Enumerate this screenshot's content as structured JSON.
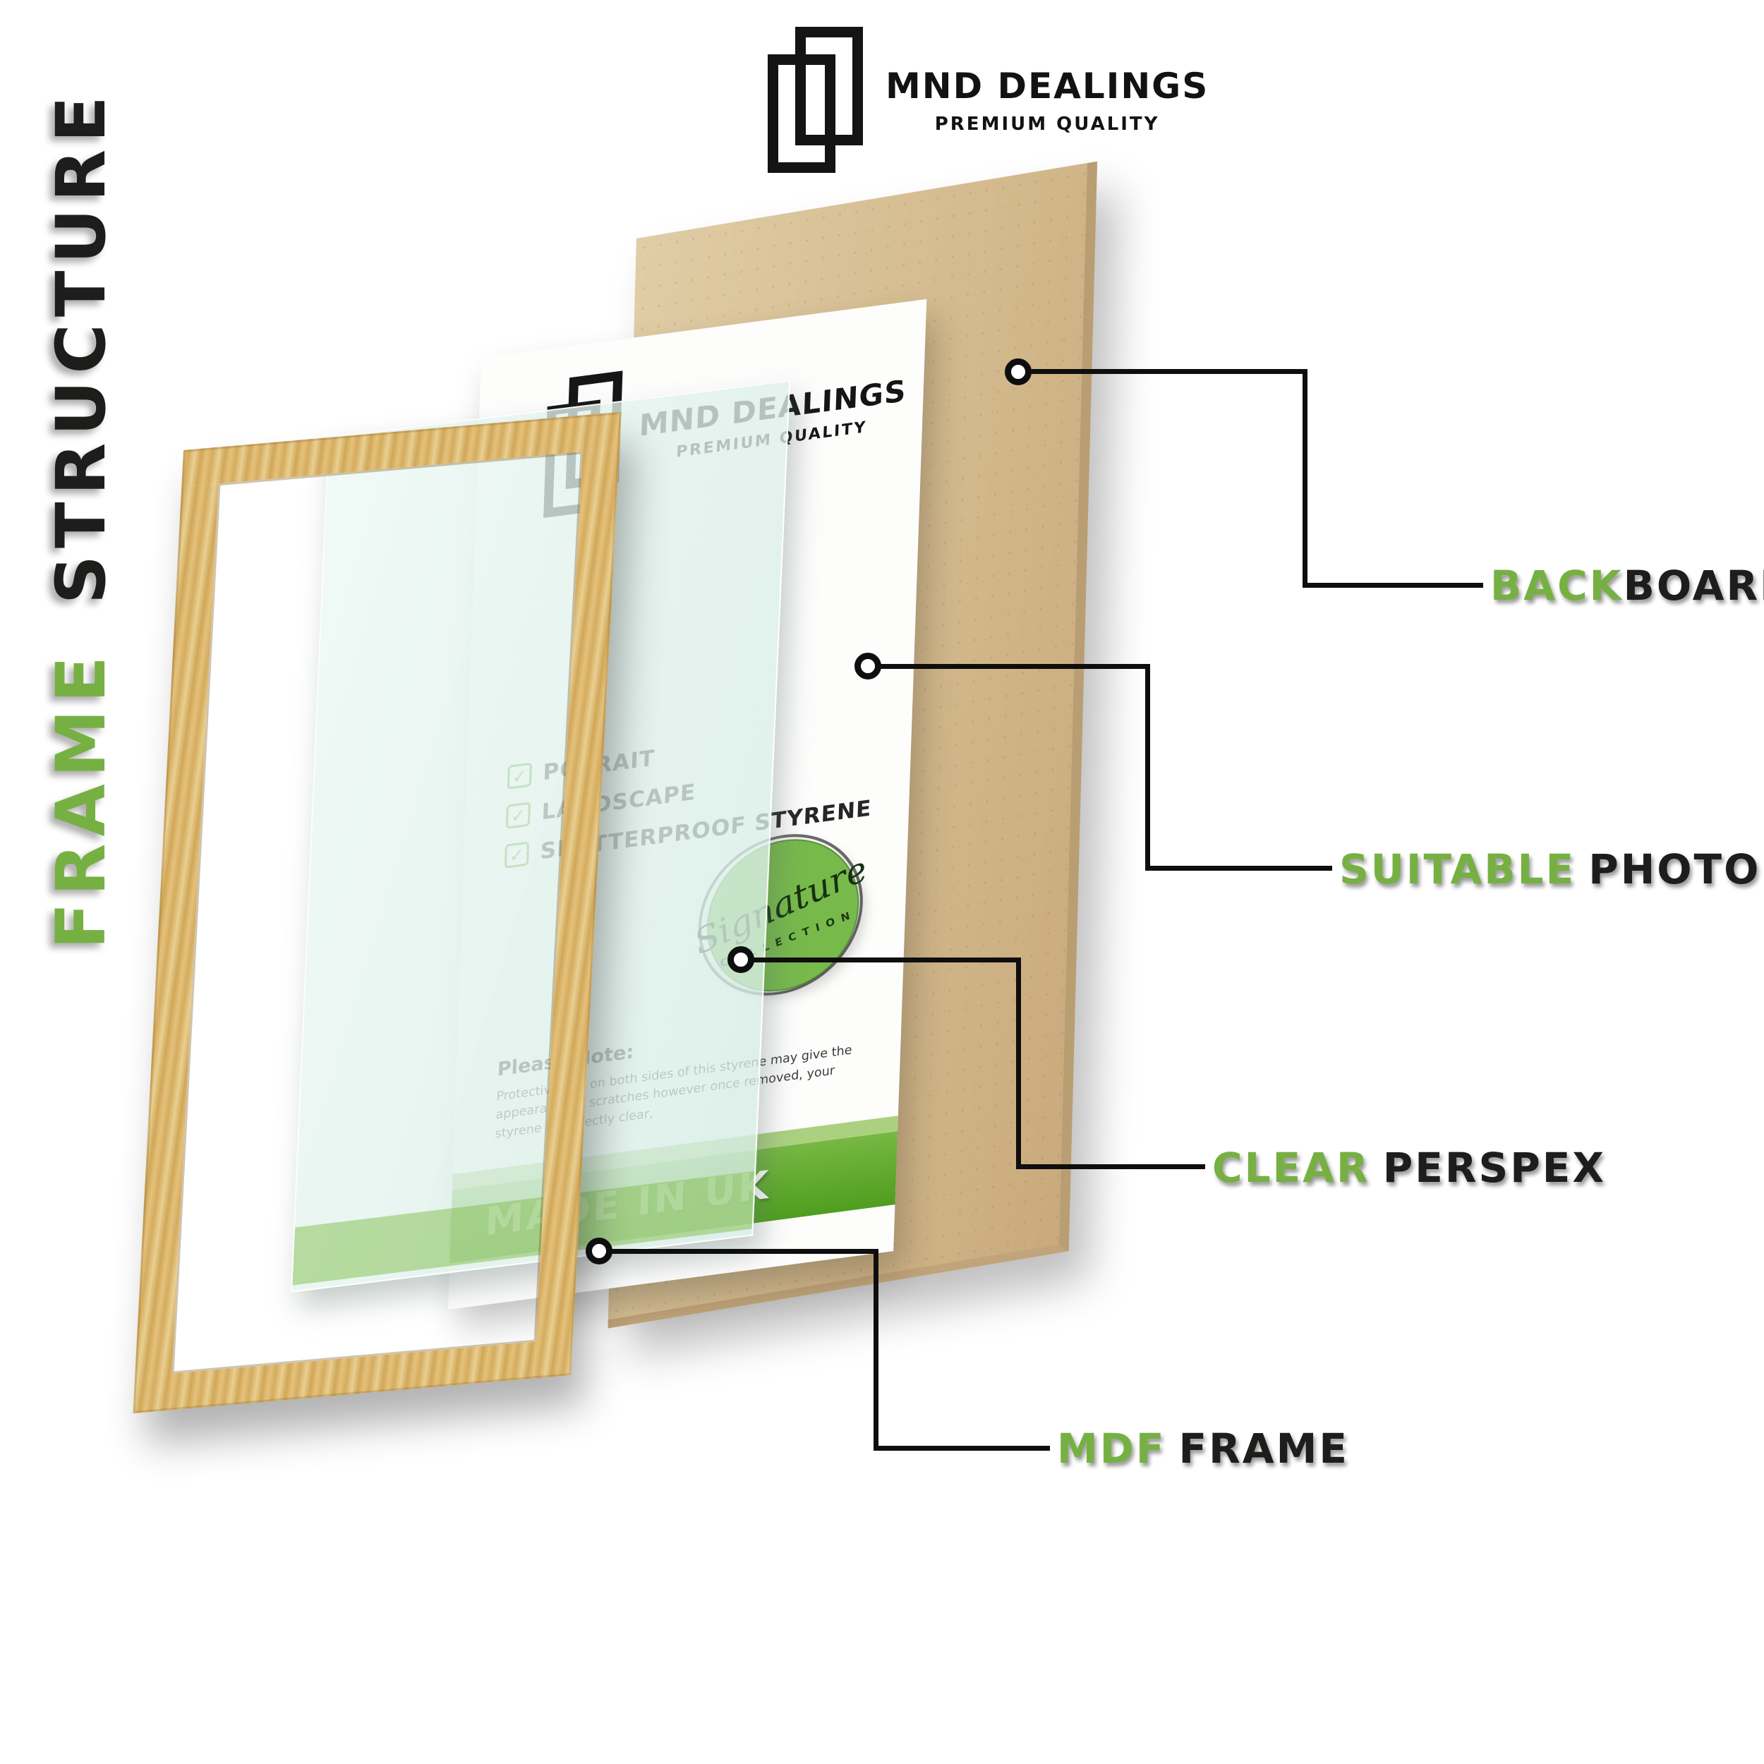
{
  "colors": {
    "accent_green": "#76b043",
    "banner_green": "#4f9e1f",
    "text_black": "#1d1d1b",
    "wood": "#d9b469",
    "backboard_tan": "#d5bb93"
  },
  "side_title": {
    "green_word": "FRAME",
    "black_word": "STRUCTURE"
  },
  "brand": {
    "name": "MND DEALINGS",
    "tagline": "PREMIUM QUALITY"
  },
  "sheet": {
    "brand_name": "MND DEALINGS",
    "brand_tagline": "PREMIUM QUALITY",
    "checklist": [
      "POTRAIT",
      "LANDSCAPE",
      "SHATTERPROOF STYRENE"
    ],
    "note_title": "Please Note:",
    "note_body": "Protective film on both sides of this styrene may give the appearance of scratches however once removed, your styrene is perfectly clear,",
    "banner_text": "MADE IN UK",
    "stamp_script": "Signature",
    "stamp_sub": "COLLECTION"
  },
  "callouts": [
    {
      "green": "BACK",
      "black": "BOARD"
    },
    {
      "green": "SUITABLE",
      "black": "PHOTO"
    },
    {
      "green": "CLEAR",
      "black": "PERSPEX"
    },
    {
      "green": "MDF",
      "black": "FRAME"
    }
  ]
}
